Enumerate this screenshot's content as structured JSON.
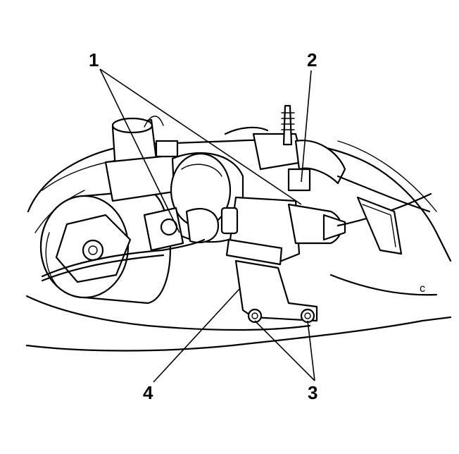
{
  "callouts": {
    "c1": "1",
    "c2": "2",
    "c3": "3",
    "c4": "4"
  },
  "corner_mark": "c",
  "colors": {
    "line": "#000000",
    "background": "#ffffff"
  }
}
